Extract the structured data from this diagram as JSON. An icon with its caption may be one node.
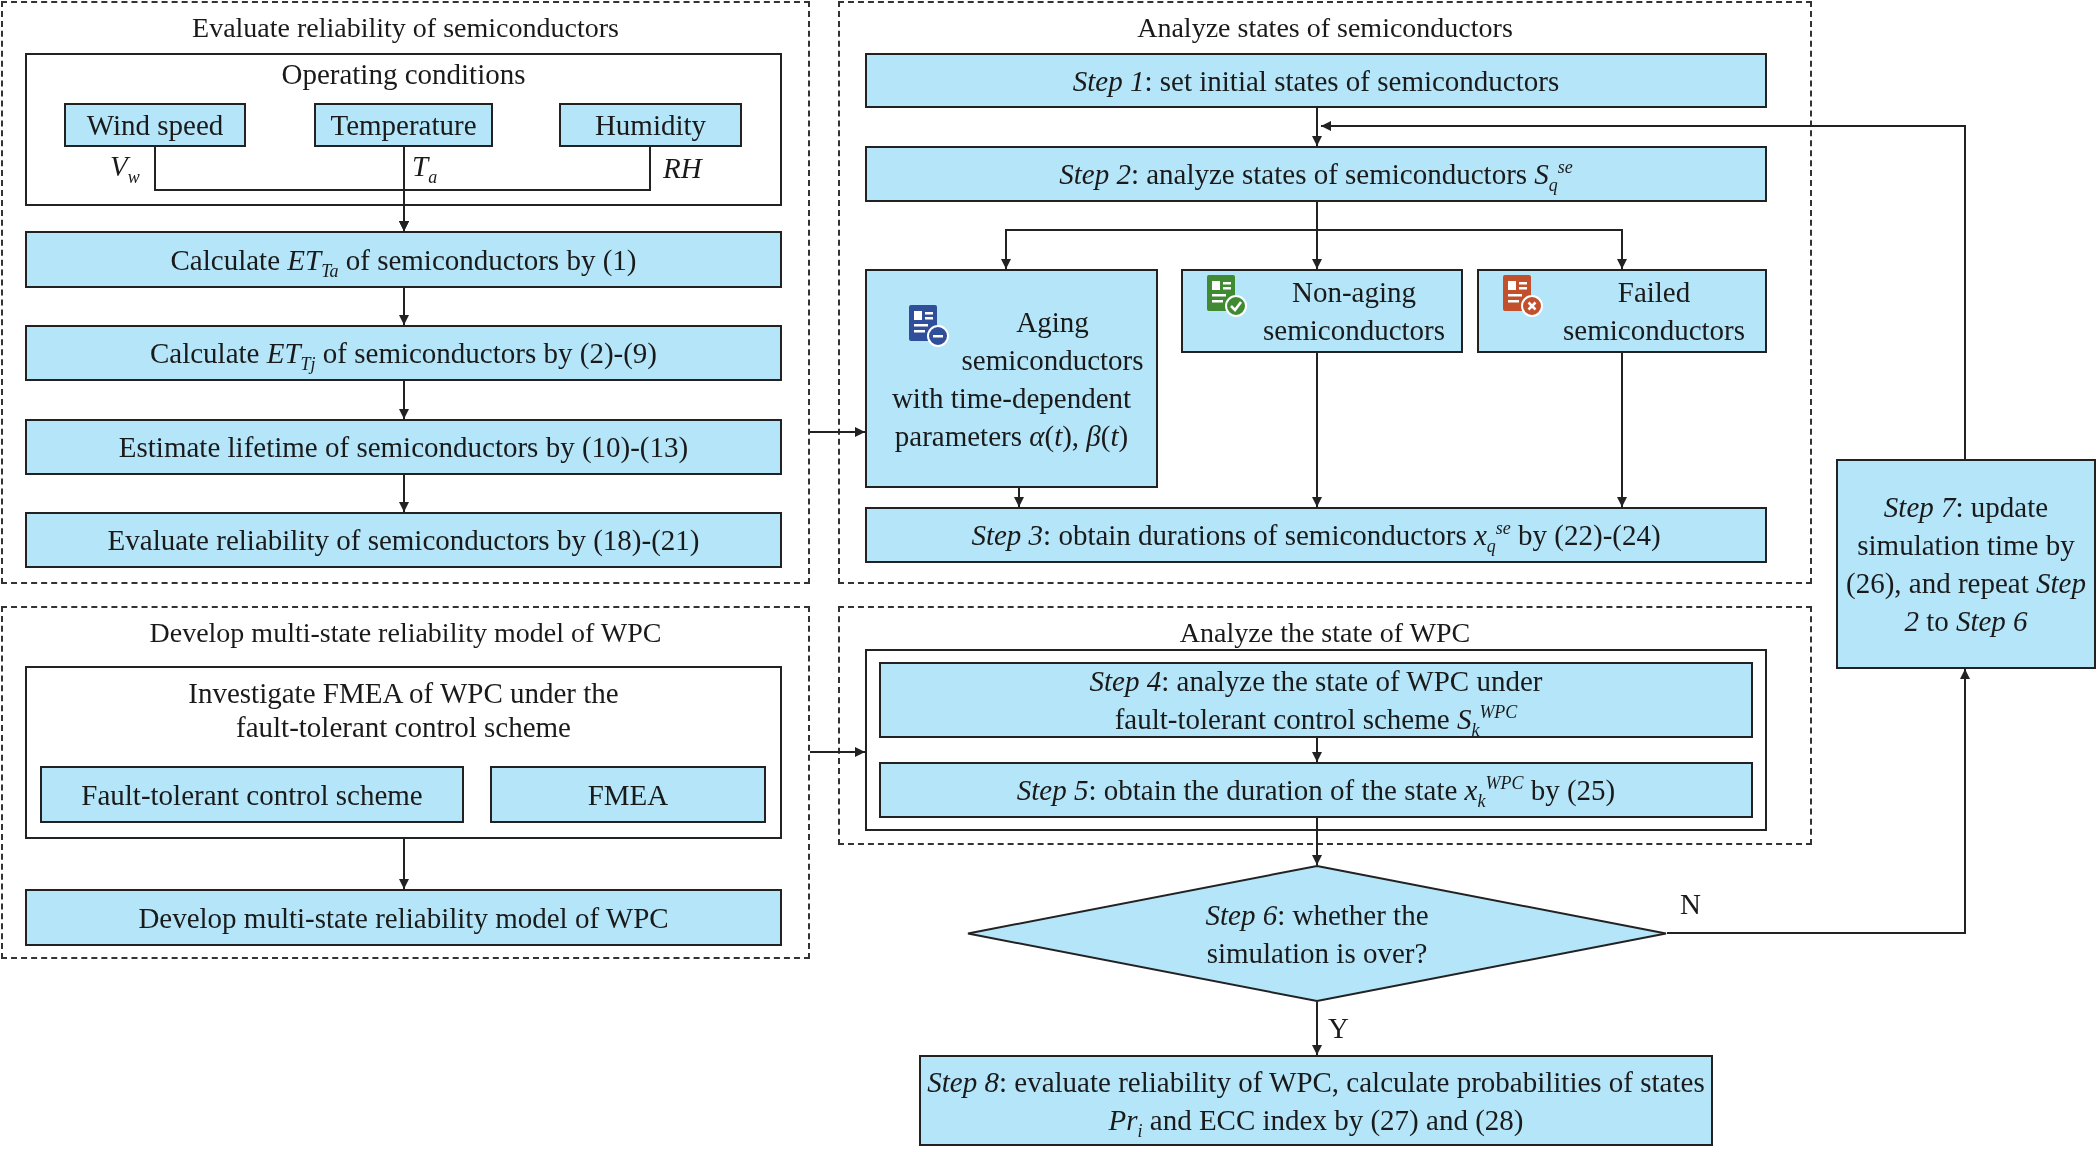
{
  "diagram": {
    "nodes": [
      {
        "text": [
          "Evaluate reliability of semiconductors"
        ]
      },
      {
        "text": [
          "Operating conditions"
        ],
        "in": 0
      },
      {
        "text": [
          "Wind speed"
        ],
        "in": 1
      },
      {
        "text": [
          "Temperature"
        ],
        "in": 1
      },
      {
        "text": [
          "Humidity"
        ],
        "in": 1
      },
      {
        "text": [
          "Calculate *ET*$_{Ta}$ of semiconductors by (1)"
        ],
        "in": 0
      },
      {
        "text": [
          "Calculate *ET*$_{Tj}$ of semiconductors by (2)-(9)"
        ],
        "in": 0
      },
      {
        "text": [
          "Estimate lifetime of semiconductors by (10)-(13)"
        ],
        "in": 0
      },
      {
        "text": [
          "Evaluate reliability of semiconductors by (18)-(21)"
        ],
        "in": 0
      },
      {
        "text": [
          "Analyze states of semiconductors"
        ]
      },
      {
        "text": [
          "*Step 1*: set initial states of semiconductors"
        ],
        "in": 9
      },
      {
        "text": [
          "*Step 2*: analyze states of semiconductors *S*$_{q}$$^{se}$"
        ],
        "in": 9
      },
      {
        "text": [
          "Aging semiconductors with time-dependent parameters *α*(*t*), *β*(*t*)"
        ],
        "in": 9
      },
      {
        "text": [
          "Non-aging semiconductors"
        ],
        "in": 9
      },
      {
        "text": [
          "Failed semiconductors"
        ],
        "in": 9
      },
      {
        "text": [
          "*Step 3*: obtain durations of semiconductors *x*$_{q}$$^{se}$ by (22)-(24)"
        ],
        "in": 9
      },
      {
        "text": [
          "Develop multi-state reliability model of WPC"
        ]
      },
      {
        "text": [
          "Investigate FMEA of WPC under the fault-tolerant control scheme"
        ],
        "in": 16
      },
      {
        "text": [
          "Fault-tolerant control scheme"
        ],
        "in": 17
      },
      {
        "text": [
          "FMEA"
        ],
        "in": 17
      },
      {
        "text": [
          "Develop multi-state reliability model of WPC"
        ],
        "in": 16
      },
      {
        "text": [
          "Analyze the state of WPC"
        ]
      },
      {
        "text": [],
        "shape": "box",
        "in": 21
      },
      {
        "text": [
          "*Step 4*: analyze the state of WPC under fault-tolerant control scheme *S*$_{k}$$^{WPC}$"
        ],
        "in": 22
      },
      {
        "text": [
          "*Step 5*: obtain the duration of the state *x*$_{k}$$^{WPC}$ by (25)"
        ],
        "in": 22
      },
      {
        "text": [
          "*Step 6*: whether the simulation is over?"
        ]
      },
      {
        "text": [
          "*Step 7*: update simulation time by (26), and repeat *Step 2* to *Step 6*"
        ]
      },
      {
        "text": [
          "*Step 8*: evaluate reliability of WPC, calculate probabilities of states *Pr*$_{i}$ and ECC index by (27) and (28)"
        ]
      }
    ],
    "edges": [
      {
        "from": 2,
        "to": 5,
        "arrow": "to",
        "label": "V$_{w}$"
      },
      {
        "from": 3,
        "to": 5,
        "arrow": "to",
        "label": "T$_{a}$"
      },
      {
        "from": 4,
        "to": 5,
        "arrow": "to",
        "label": "RH"
      },
      {
        "from": 5,
        "to": 6,
        "arrow": "to"
      },
      {
        "from": 6,
        "to": 7,
        "arrow": "to"
      },
      {
        "from": 7,
        "to": 8,
        "arrow": "to"
      },
      {
        "from": 0,
        "to": 12,
        "arrow": "to"
      },
      {
        "from": 10,
        "to": 11,
        "arrow": "to"
      },
      {
        "from": 11,
        "to": 12,
        "arrow": "to"
      },
      {
        "from": 11,
        "to": 13,
        "arrow": "to"
      },
      {
        "from": 11,
        "to": 14,
        "arrow": "to"
      },
      {
        "from": 12,
        "to": 15,
        "arrow": "to"
      },
      {
        "from": 13,
        "to": 15,
        "arrow": "to"
      },
      {
        "from": 14,
        "to": 15,
        "arrow": "to"
      },
      {
        "from": 26,
        "to": 11,
        "arrow": "to"
      },
      {
        "from": 17,
        "to": 20,
        "arrow": "to"
      },
      {
        "from": 16,
        "to": 22,
        "arrow": "to"
      },
      {
        "from": 23,
        "to": 24,
        "arrow": "to"
      },
      {
        "from": 24,
        "to": 25,
        "arrow": "to"
      },
      {
        "from": 25,
        "to": 26,
        "arrow": "to",
        "label": "N"
      },
      {
        "from": 25,
        "to": 27,
        "arrow": "to",
        "label": "Y"
      }
    ]
  }
}
